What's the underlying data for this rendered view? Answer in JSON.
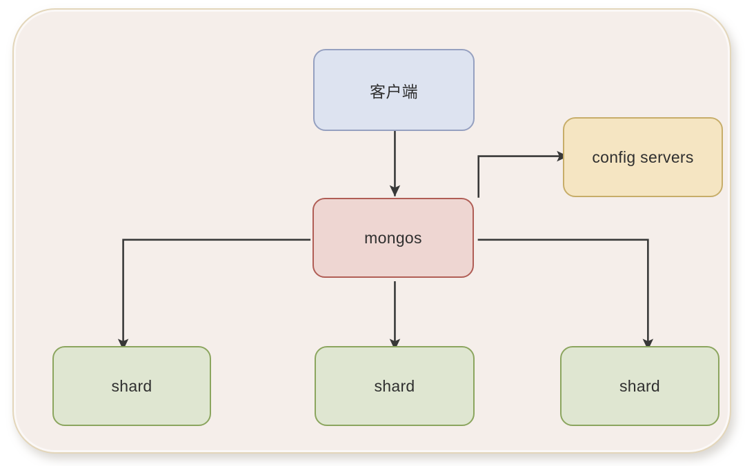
{
  "colors": {
    "page_bg": "#ffffff",
    "canvas_bg": "#f5eeea",
    "canvas_border": "#e3d6ba",
    "arrow": "#383838",
    "label_text": "#2f2f2f"
  },
  "nodes": [
    {
      "id": "client",
      "label": "客户端",
      "fill": "#dde3f0",
      "border": "#95a0c0"
    },
    {
      "id": "config-servers",
      "label": "config servers",
      "fill": "#f5e5c2",
      "border": "#c7ad69"
    },
    {
      "id": "mongos",
      "label": "mongos",
      "fill": "#eed6d2",
      "border": "#b05d55"
    },
    {
      "id": "shard-left",
      "label": "shard",
      "fill": "#dfe6d1",
      "border": "#8ba55e"
    },
    {
      "id": "shard-middle",
      "label": "shard",
      "fill": "#dfe6d1",
      "border": "#8ba55e"
    },
    {
      "id": "shard-right",
      "label": "shard",
      "fill": "#dfe6d1",
      "border": "#8ba55e"
    }
  ],
  "edges": [
    {
      "from": "客户端",
      "to": "mongos"
    },
    {
      "from": "mongos",
      "to": "config servers"
    },
    {
      "from": "mongos",
      "to": "shard-left"
    },
    {
      "from": "mongos",
      "to": "shard-middle"
    },
    {
      "from": "mongos",
      "to": "shard-right"
    }
  ]
}
